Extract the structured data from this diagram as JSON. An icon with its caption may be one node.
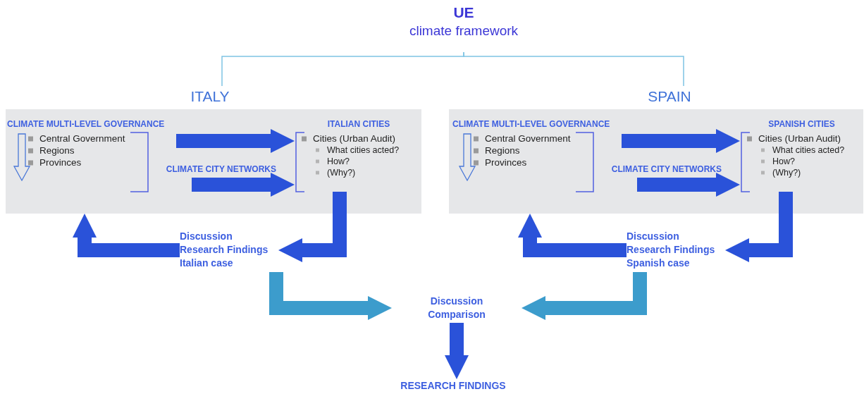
{
  "diagram": {
    "nodes": [
      {
        "text": [
          "UE",
          "climate framework"
        ]
      },
      {
        "text": [
          "ITALY"
        ]
      },
      {
        "text": [
          "SPAIN"
        ]
      },
      {
        "text": [],
        "shape": "box"
      },
      {
        "text": [
          "CLIMATE MULTI-LEVEL GOVERNANCE",
          "Central Government",
          "Regions",
          "Provinces"
        ],
        "in": 3
      },
      {
        "text": [
          "CLIMATE CITY NETWORKS"
        ],
        "in": 3
      },
      {
        "text": [
          "ITALIAN CITIES",
          "Cities (Urban Audit)",
          "What cities acted?",
          "How?",
          "(Why?)"
        ],
        "in": 3
      },
      {
        "text": [],
        "shape": "box"
      },
      {
        "text": [
          "CLIMATE MULTI-LEVEL GOVERNANCE",
          "Central Government",
          "Regions",
          "Provinces"
        ],
        "in": 7
      },
      {
        "text": [
          "CLIMATE CITY NETWORKS"
        ],
        "in": 7
      },
      {
        "text": [
          "SPANISH CITIES",
          "Cities (Urban Audit)",
          "What cities acted?",
          "How?",
          "(Why?)"
        ],
        "in": 7
      },
      {
        "text": [
          "Discussion Research Findings Italian case"
        ]
      },
      {
        "text": [
          "Discussion Research Findings Spanish case"
        ]
      },
      {
        "text": [
          "Discussion Comparison"
        ]
      },
      {
        "text": [
          "RESEARCH FINDINGS"
        ]
      }
    ],
    "edges": [
      {
        "from": 0,
        "to": 1,
        "arrow": "none",
        "color": "#7fc3e3"
      },
      {
        "from": 0,
        "to": 2,
        "arrow": "none",
        "color": "#7fc3e3"
      },
      {
        "from": 4,
        "to": 6,
        "arrow": "to"
      },
      {
        "from": 5,
        "to": 6,
        "arrow": "to"
      },
      {
        "from": 6,
        "to": 11,
        "arrow": "to"
      },
      {
        "from": 11,
        "to": 3,
        "arrow": "to"
      },
      {
        "from": 8,
        "to": 10,
        "arrow": "to"
      },
      {
        "from": 9,
        "to": 10,
        "arrow": "to"
      },
      {
        "from": 10,
        "to": 12,
        "arrow": "to"
      },
      {
        "from": 12,
        "to": 7,
        "arrow": "to"
      },
      {
        "from": 11,
        "to": 13,
        "arrow": "to",
        "color": "#3c9ccc"
      },
      {
        "from": 12,
        "to": 13,
        "arrow": "to",
        "color": "#3c9ccc"
      },
      {
        "from": 13,
        "to": 14,
        "arrow": "to"
      }
    ]
  }
}
